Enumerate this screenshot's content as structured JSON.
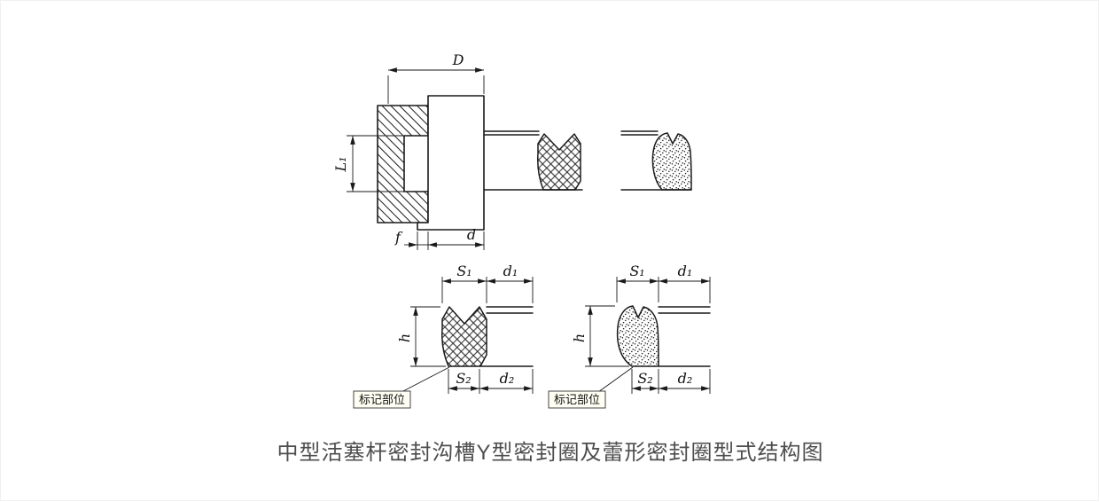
{
  "caption": "中型活塞杆密封沟槽Y型密封圈及蕾形密封圈型式结构图",
  "assembly": {
    "D": "D",
    "L1": "L₁",
    "f": "f",
    "d": "d"
  },
  "y_seal_detail": {
    "S1": "S₁",
    "d1": "d₁",
    "h": "h",
    "S2": "S₂",
    "d2": "d₂",
    "mark_label": "标记部位"
  },
  "bud_seal_detail": {
    "S1": "S₁",
    "d1": "d₁",
    "h": "h",
    "S2": "S₂",
    "d2": "d₂",
    "mark_label": "标记部位"
  },
  "colors": {
    "line": "#1a1a1a",
    "caption_text": "#4d4d4d",
    "background": "#ffffff"
  }
}
